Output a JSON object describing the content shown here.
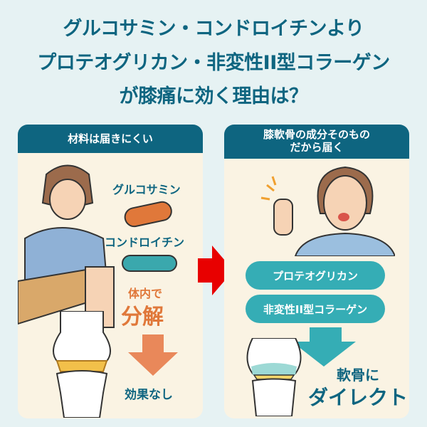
{
  "title": {
    "line1": "グルコサミン・コンドロイチンより",
    "line2": "プロテオグリカン・非変性II型コラーゲン",
    "line3": "が膝痛に効く理由は？"
  },
  "left": {
    "header": "材料は届きにくい",
    "item1": "グルコサミン",
    "item2": "コンドロイチン",
    "note_small": "体内で",
    "note_big": "分解",
    "result": "効果なし"
  },
  "right": {
    "header_line1": "膝軟骨の成分そのもの",
    "header_line2": "だから届く",
    "pill1": "プロテオグリカン",
    "pill2": "非変性II型コラーゲン",
    "result_line1": "軟骨に",
    "result_line2": "ダイレクト"
  },
  "colors": {
    "accent": "#0e6580",
    "teal": "#35adb5",
    "orange": "#e0783a",
    "red": "#e80000"
  }
}
